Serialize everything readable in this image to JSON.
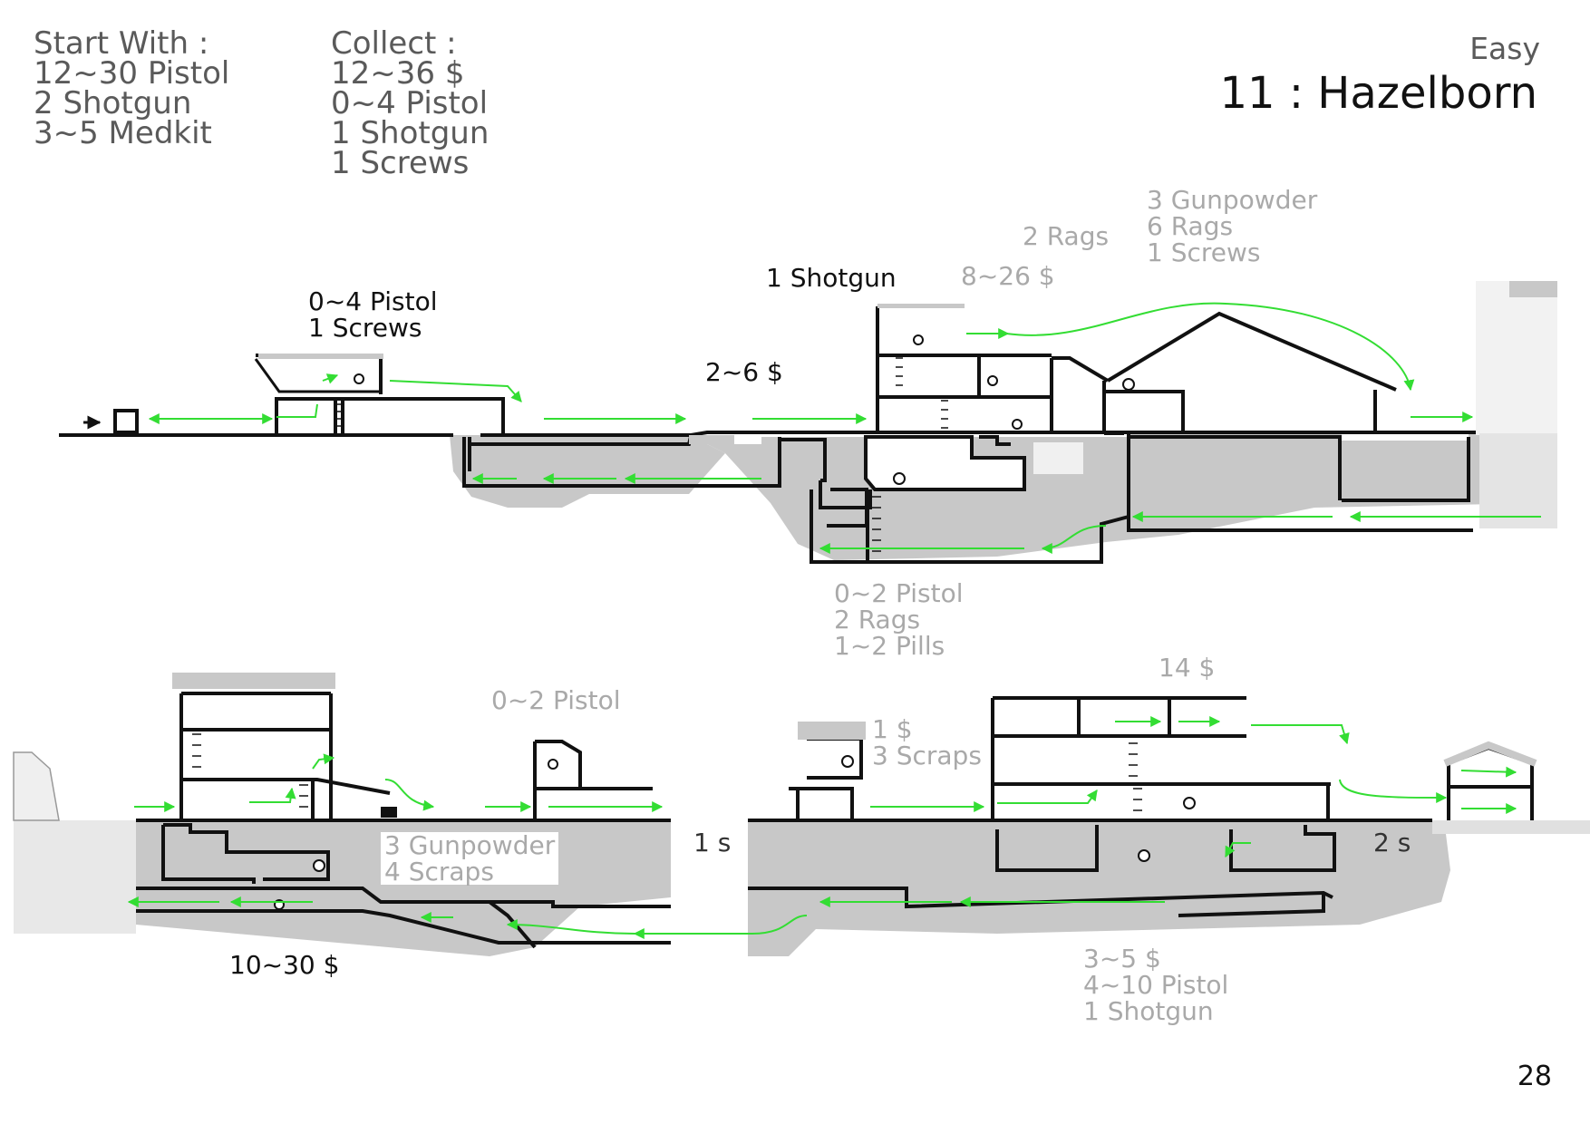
{
  "header": {
    "start_with": {
      "title": "Start With :",
      "items": [
        "12~30 Pistol",
        "2 Shotgun",
        "3~5 Medkit"
      ]
    },
    "collect": {
      "title": "Collect :",
      "items": [
        "12~36 $",
        "0~4 Pistol",
        "1 Shotgun",
        "1 Screws"
      ]
    },
    "difficulty": "Easy",
    "level_title": "11 : Hazelborn"
  },
  "page_number": "28",
  "annotations": {
    "a1": [
      "0~4 Pistol",
      "1 Screws"
    ],
    "a2": [
      "2~6 $"
    ],
    "a3": [
      "1 Shotgun"
    ],
    "a4": [
      "2 Rags"
    ],
    "a5": [
      "8~26 $"
    ],
    "a6": [
      "3 Gunpowder",
      "6 Rags",
      "1 Screws"
    ],
    "a7": [
      "0~2 Pistol",
      "2 Rags",
      "1~2 Pills"
    ],
    "a8": [
      "0~2 Pistol"
    ],
    "a9": [
      "1 $",
      "3 Scraps"
    ],
    "a10": [
      "14 $"
    ],
    "a11": [
      "3 Gunpowder",
      "4 Scraps"
    ],
    "a12": [
      "1 s"
    ],
    "a13": [
      "2 s"
    ],
    "a14": [
      "10~30 $"
    ],
    "a15": [
      "3~5 $",
      "4~10 Pistol",
      "1 Shotgun"
    ]
  },
  "colors": {
    "ground": "#c8c8c8",
    "walls": "#111111",
    "route": "#33dd33",
    "label_dark": "#111111",
    "label_grey": "#a9a9a9",
    "header_text": "#5a5a5a"
  }
}
